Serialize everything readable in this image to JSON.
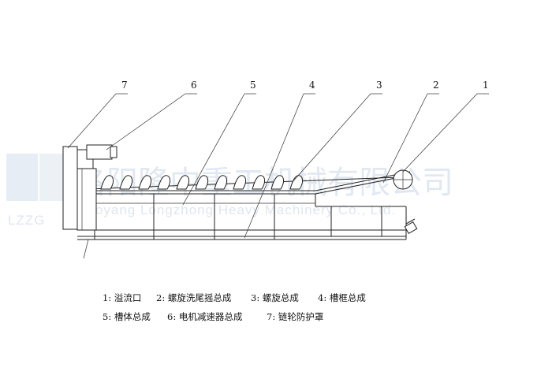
{
  "watermark": {
    "cn": "洛阳隆中重工机械有限公司",
    "en": "Luoyang Longzhong Heavy Machinery Co., Ltd.",
    "logo": "LZZG"
  },
  "callouts": [
    "1",
    "2",
    "3",
    "4",
    "5",
    "6",
    "7"
  ],
  "legend": {
    "row1": [
      "1: 溢流口",
      "2: 螺旋洗尾摇总成",
      "3: 螺旋总成",
      "4: 槽框总成"
    ],
    "row2": [
      "5: 槽体总成",
      "6: 电机减速器总成",
      "7: 链轮防护罩"
    ]
  }
}
